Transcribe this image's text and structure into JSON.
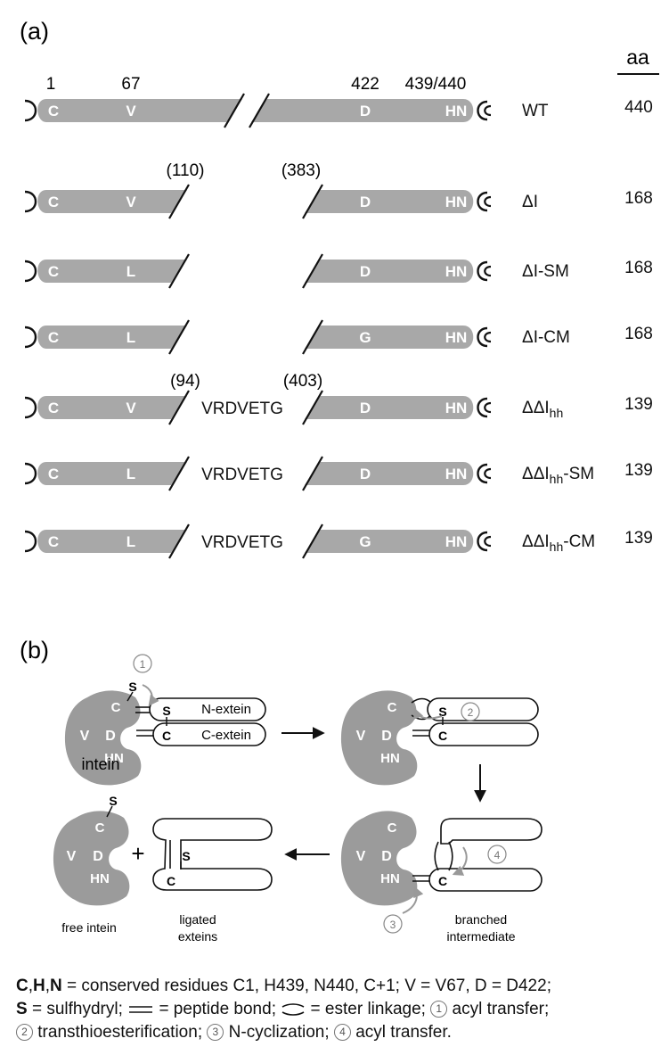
{
  "panel_a": {
    "label": "(a)",
    "aa_header": "aa",
    "positions": {
      "p1": "1",
      "p67": "67",
      "p422": "422",
      "p439": "439/440"
    },
    "cuts": {
      "c110": "(110)",
      "c383": "(383)",
      "c94": "(94)",
      "c403": "(403)"
    },
    "linker": "VRDVETG",
    "constructs": [
      {
        "name": "WT",
        "aa": "440",
        "left_res": "V",
        "right_res": "D"
      },
      {
        "name": "ΔI",
        "aa": "168",
        "left_res": "V",
        "right_res": "D"
      },
      {
        "name": "ΔI-SM",
        "aa": "168",
        "left_res": "L",
        "right_res": "D"
      },
      {
        "name": "ΔI-CM",
        "aa": "168",
        "left_res": "L",
        "right_res": "G"
      },
      {
        "name_main": "ΔΔI",
        "name_sub": "hh",
        "name_suffix": "",
        "aa": "139",
        "left_res": "V",
        "right_res": "D"
      },
      {
        "name_main": "ΔΔI",
        "name_sub": "hh",
        "name_suffix": "-SM",
        "aa": "139",
        "left_res": "L",
        "right_res": "D"
      },
      {
        "name_main": "ΔΔI",
        "name_sub": "hh",
        "name_suffix": "-CM",
        "aa": "139",
        "left_res": "L",
        "right_res": "G"
      }
    ],
    "fixed_residues": {
      "c": "C",
      "hn": "HN"
    }
  },
  "panel_b": {
    "label": "(b)",
    "residues": {
      "c": "C",
      "v": "V",
      "d": "D",
      "hn": "HN",
      "s": "S"
    },
    "n_extein": "N-extein",
    "c_extein": "C-extein",
    "intein": "intein",
    "free_intein": "free intein",
    "ligated_exteins": [
      "ligated",
      "exteins"
    ],
    "branched_intermediate": [
      "branched",
      "intermediate"
    ],
    "plus": "+",
    "steps": [
      "1",
      "2",
      "3",
      "4"
    ]
  },
  "legend": {
    "line1_bold": "C",
    "line1_bold2": "H",
    "line1_bold3": "N",
    "line1_text": "= conserved residues C1, H439, N440, C+1; V = V67, D = D422;",
    "line2_bold": "S",
    "line2_text_a": "= sulfhydryl;",
    "line2_text_b": "= peptide bond;",
    "line2_text_c": "= ester linkage;",
    "line2_text_d": "acyl transfer;",
    "line3_text_a": "transthioesterification;",
    "line3_text_b": "N-cyclization;",
    "line3_text_c": "acyl transfer.",
    "comma": ","
  },
  "colors": {
    "intein_gray": "#9b9b9b",
    "light_gray": "#a8a8a8",
    "arrow_gray": "#999999",
    "ink": "#111111"
  }
}
